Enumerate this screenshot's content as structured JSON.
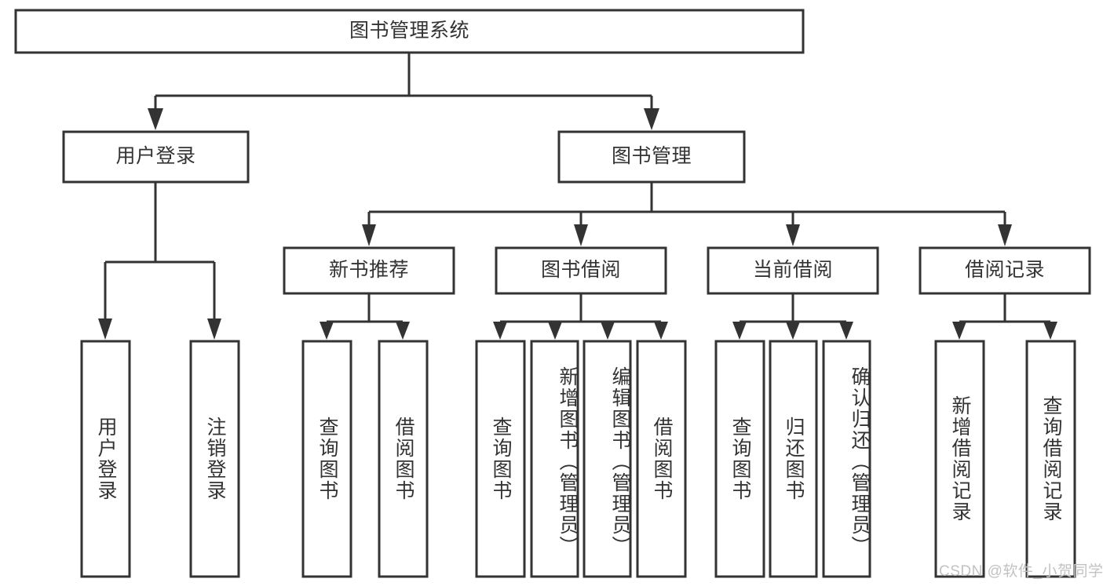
{
  "diagram": {
    "type": "tree-hierarchy-chart",
    "title_node": {
      "label": "图书管理系统"
    },
    "level2": [
      {
        "label": "用户登录"
      },
      {
        "label": "图书管理"
      }
    ],
    "level3": [
      {
        "label": "新书推荐"
      },
      {
        "label": "图书借阅"
      },
      {
        "label": "当前借阅"
      },
      {
        "label": "借阅记录"
      }
    ],
    "leaves": {
      "user_login": [
        {
          "label": "用户登录"
        },
        {
          "label": "注销登录"
        }
      ],
      "new_book_recommend": [
        {
          "label": "查询图书"
        },
        {
          "label": "借阅图书"
        }
      ],
      "book_borrow": [
        {
          "label": "查询图书"
        },
        {
          "label": "新增图书（管理员）"
        },
        {
          "label": "编辑图书（管理员）"
        },
        {
          "label": "借阅图书"
        }
      ],
      "current_borrow": [
        {
          "label": "查询图书"
        },
        {
          "label": "归还图书"
        },
        {
          "label": "确认归还（管理员）"
        }
      ],
      "borrow_record": [
        {
          "label": "新增借阅记录"
        },
        {
          "label": "查询借阅记录"
        }
      ]
    },
    "colors": {
      "stroke": "#333333",
      "fill": "#ffffff",
      "text": "#333333",
      "watermark": "#c2c2c2"
    }
  },
  "watermark": {
    "text": "CSDN @软件_小贺同学"
  }
}
